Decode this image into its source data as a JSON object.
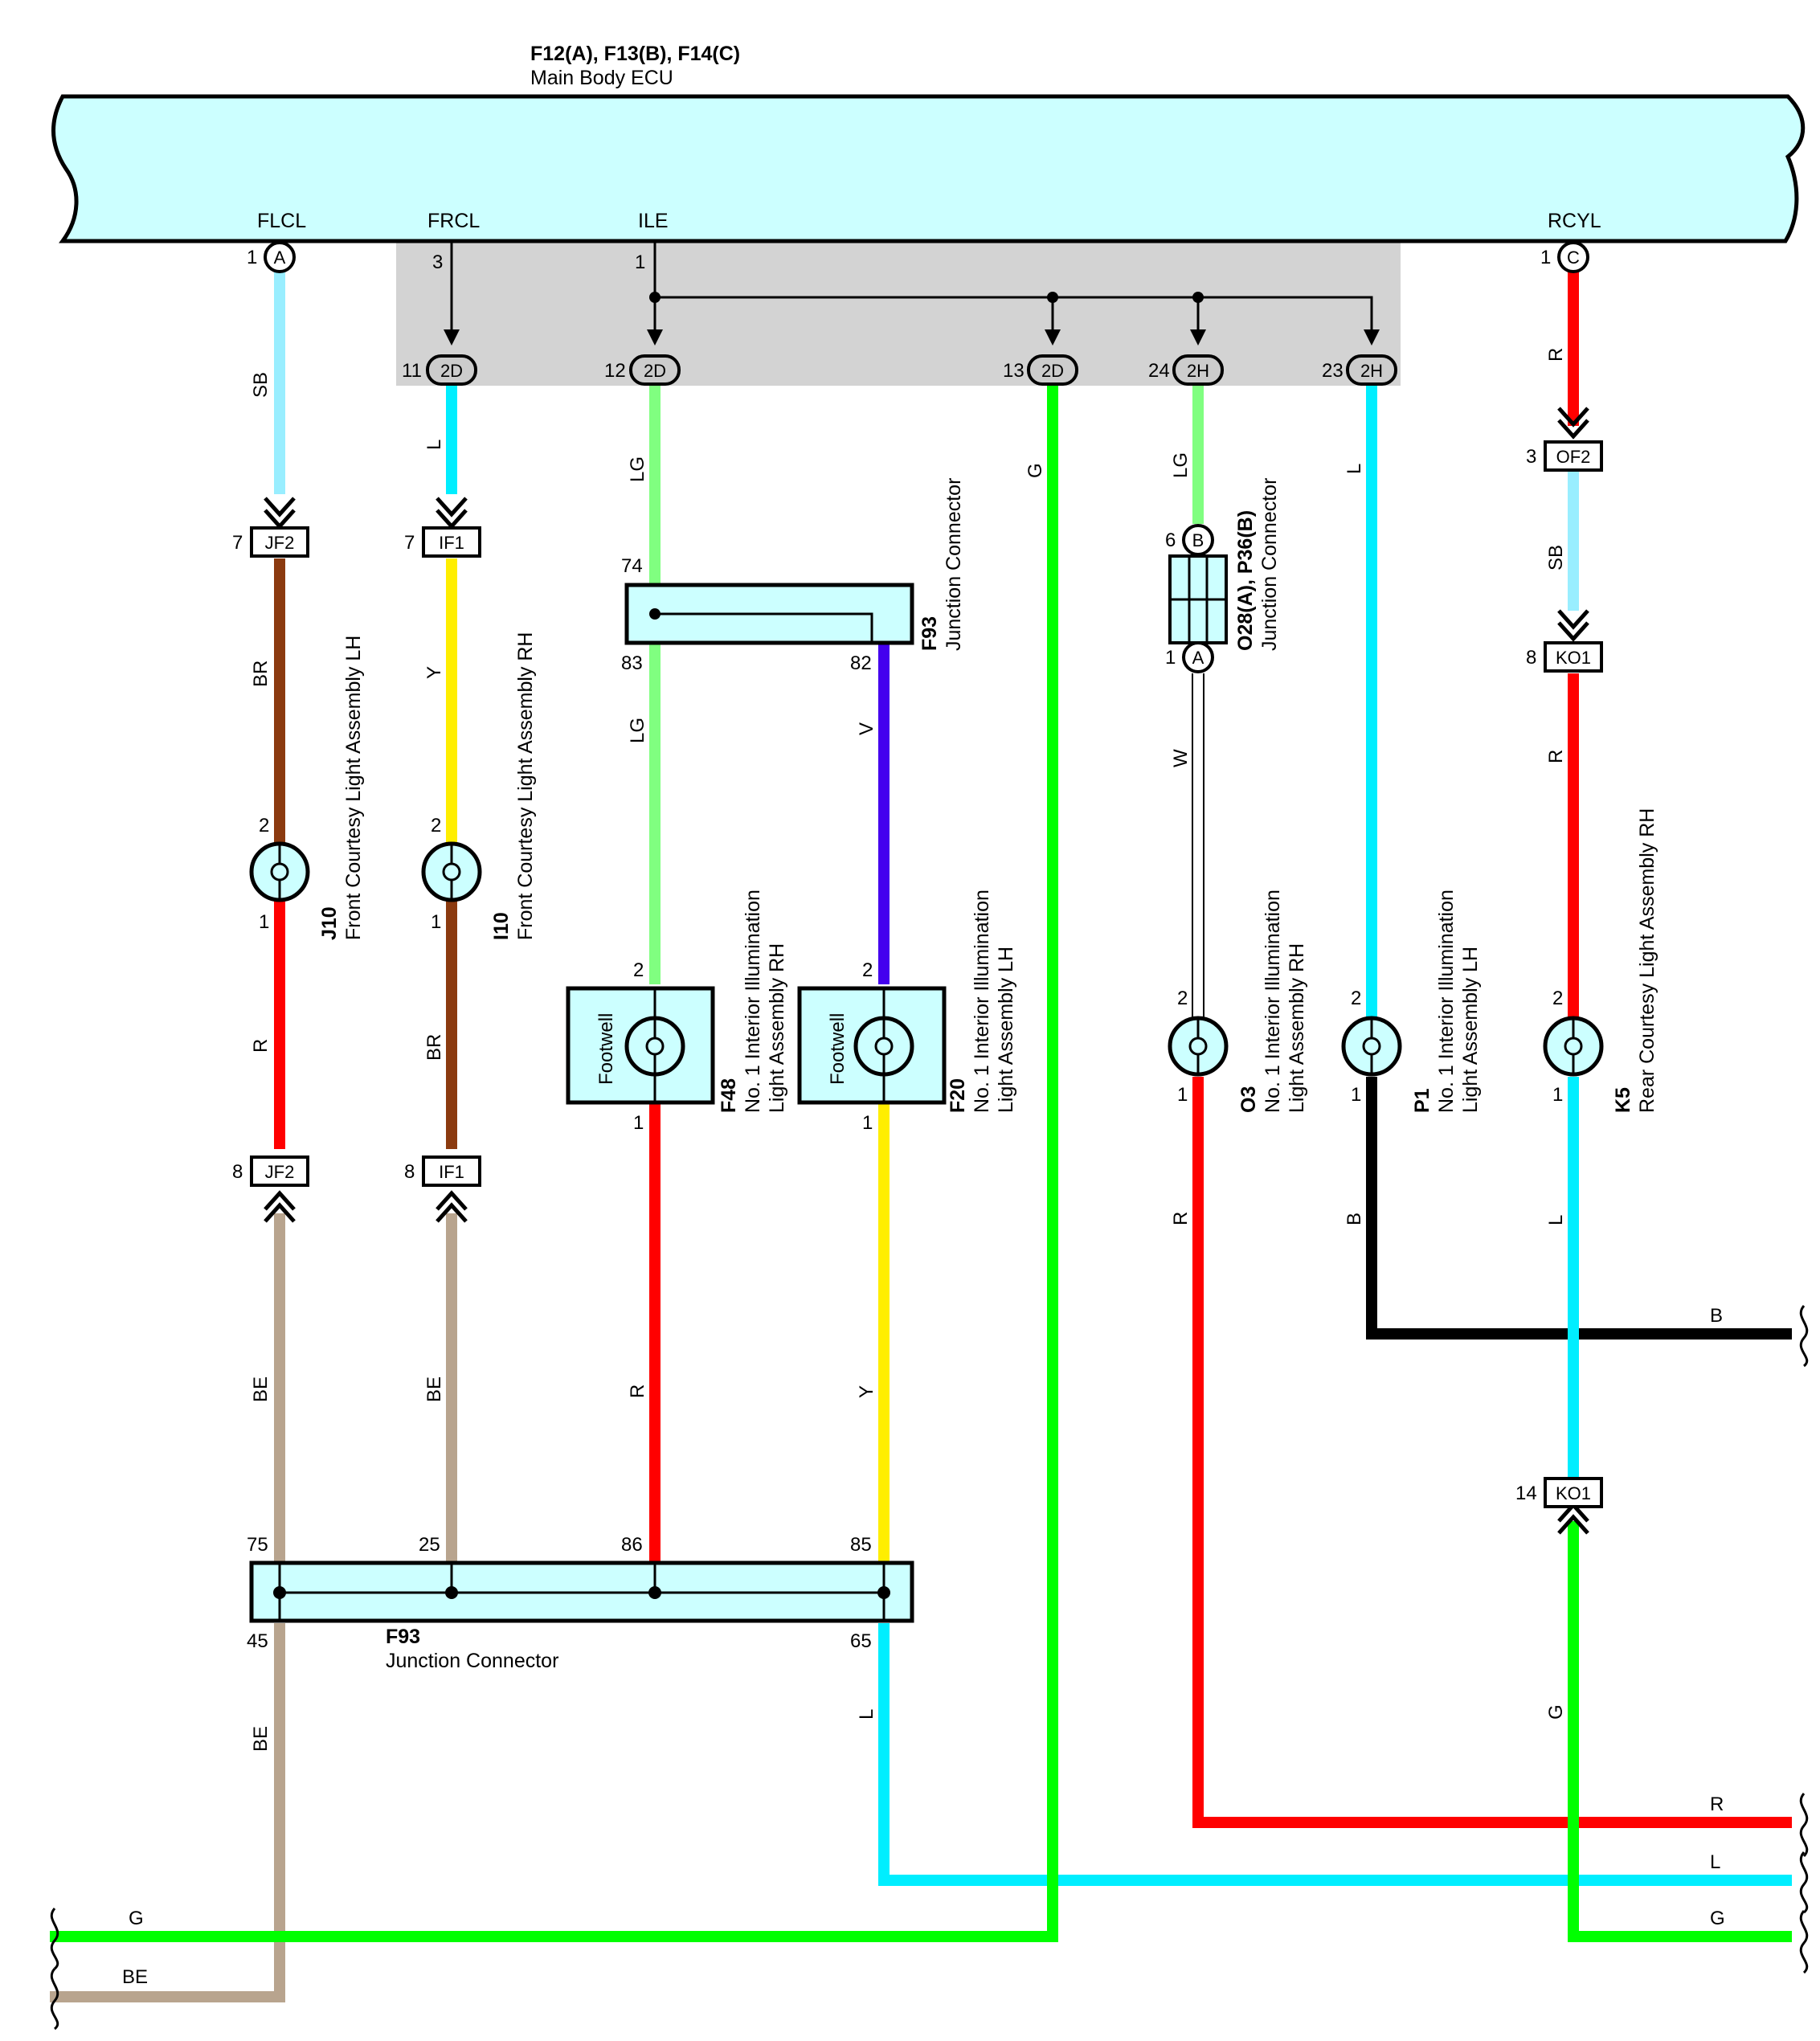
{
  "colors": {
    "ecu_fill": "#ccffff",
    "shade": "#d3d3d3",
    "SB": "#99eeff",
    "L": "#00eeff",
    "LG": "#80ff80",
    "G": "#00ff00",
    "R": "#ff0000",
    "BR": "#8b3a0f",
    "Y": "#ffee00",
    "V": "#4400ee",
    "BE": "#b8a48e",
    "B": "#000000",
    "W": "#ffffff"
  },
  "ecu": {
    "title": "F12(A), F13(B), F14(C)",
    "subtitle": "Main Body ECU",
    "terminals": [
      "FLCL",
      "FRCL",
      "ILE",
      "RCYL"
    ]
  },
  "connectors": {
    "flcl_pin": "1",
    "flcl_code": "A",
    "frcl_pin": "3",
    "ile_pin": "1",
    "rcyl_pin": "1",
    "rcyl_code": "C",
    "p11": "11",
    "p12": "12",
    "p13": "13",
    "p24": "24",
    "p23": "23",
    "c2d": "2D",
    "c2h": "2H",
    "jf2": "JF2",
    "if1": "IF1",
    "of2": "OF2",
    "ko1": "KO1",
    "p7": "7",
    "p8": "8",
    "p3": "3",
    "p14": "14",
    "j74": "74",
    "j83": "83",
    "j82": "82",
    "j75": "75",
    "j25": "25",
    "j86": "86",
    "j85": "85",
    "j45": "45",
    "j65": "65",
    "j6": "6",
    "j1": "1",
    "jB": "B",
    "jA": "A",
    "pin2": "2",
    "pin1": "1"
  },
  "wires": {
    "SB": "SB",
    "L": "L",
    "LG": "LG",
    "G": "G",
    "R": "R",
    "BR": "BR",
    "Y": "Y",
    "V": "V",
    "BE": "BE",
    "B": "B",
    "W": "W"
  },
  "components": {
    "j10": {
      "code": "J10",
      "name": "Front Courtesy Light Assembly LH"
    },
    "i10": {
      "code": "I10",
      "name": "Front Courtesy Light Assembly RH"
    },
    "f48": {
      "code": "F48",
      "name1": "No. 1 Interior Illumination",
      "name2": "Light Assembly RH"
    },
    "f20": {
      "code": "F20",
      "name1": "No. 1 Interior Illumination",
      "name2": "Light Assembly LH"
    },
    "o3": {
      "code": "O3",
      "name1": "No. 1 Interior Illumination",
      "name2": "Light Assembly RH"
    },
    "p1": {
      "code": "P1",
      "name1": "No. 1 Interior Illumination",
      "name2": "Light Assembly LH"
    },
    "k5": {
      "code": "K5",
      "name": "Rear Courtesy Light Assembly RH"
    },
    "footwell": "Footwell"
  },
  "junctions": {
    "f93_top": {
      "code": "F93",
      "name": "Junction Connector"
    },
    "o28": {
      "code": "O28(A), P36(B)",
      "name": "Junction Connector"
    },
    "f93_bottom": {
      "code": "F93",
      "name": "Junction Connector"
    }
  }
}
